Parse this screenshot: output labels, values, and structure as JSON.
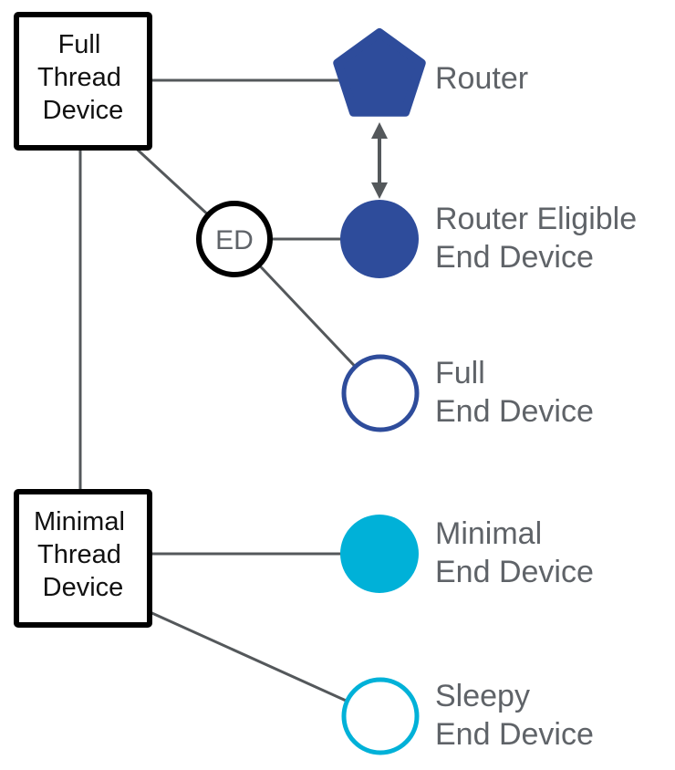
{
  "diagram": {
    "colors": {
      "dark_blue": "#2e4c9b",
      "cyan": "#00b1d8",
      "edge_gray": "#54585b",
      "label_gray": "#5f6368",
      "node_text_black": "#111111",
      "box_border_black": "#000000",
      "background": "#ffffff"
    },
    "nodes": {
      "full_thread_device": {
        "lines": [
          "Full",
          "Thread",
          "Device"
        ]
      },
      "router": {
        "label": "Router"
      },
      "ed_circle": {
        "label": "ED"
      },
      "router_eligible_end_device": {
        "lines": [
          "Router Eligible",
          "End Device"
        ]
      },
      "full_end_device": {
        "lines": [
          "Full",
          "End Device"
        ]
      },
      "minimal_thread_device": {
        "lines": [
          "Minimal",
          "Thread",
          "Device"
        ]
      },
      "minimal_end_device": {
        "lines": [
          "Minimal",
          "End Device"
        ]
      },
      "sleepy_end_device": {
        "lines": [
          "Sleepy",
          "End Device"
        ]
      }
    }
  }
}
